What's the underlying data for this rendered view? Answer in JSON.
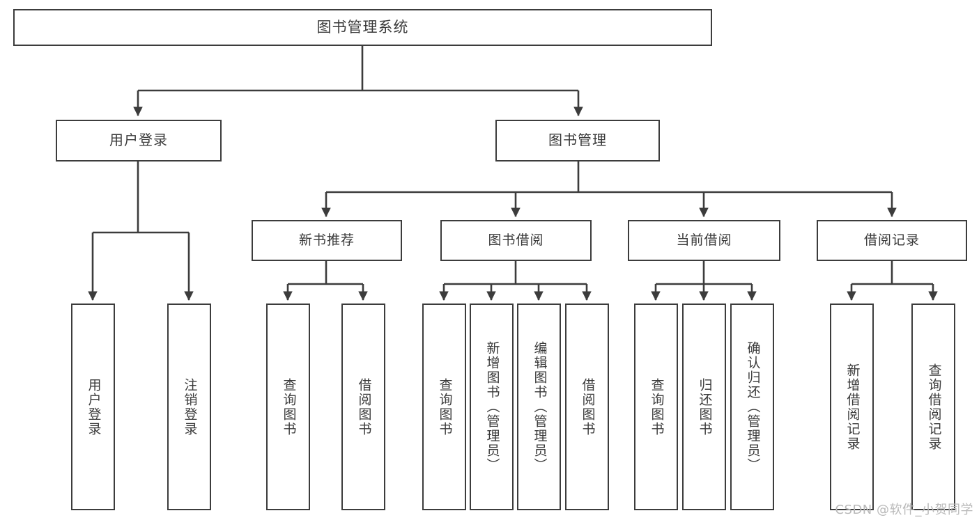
{
  "diagram": {
    "type": "tree",
    "title": "图书管理系统",
    "orientation": "top-down",
    "colors": {
      "box_border": "#3c3c3c",
      "box_fill": "#ffffff",
      "text": "#3a3a3a",
      "connector": "#3c3c3c",
      "watermark": "#b9b9b9",
      "background": "#ffffff"
    }
  },
  "root": {
    "label": "图书管理系统"
  },
  "level1": [
    {
      "label": "用户登录"
    },
    {
      "label": "图书管理"
    }
  ],
  "level2": [
    {
      "label": "新书推荐"
    },
    {
      "label": "图书借阅"
    },
    {
      "label": "当前借阅"
    },
    {
      "label": "借阅记录"
    }
  ],
  "leaves": {
    "user_login": [
      {
        "label": "用户登录"
      },
      {
        "label": "注销登录"
      }
    ],
    "new_book_recommend": [
      {
        "label": "查询图书"
      },
      {
        "label": "借阅图书"
      }
    ],
    "book_borrow": [
      {
        "label": "查询图书"
      },
      {
        "label": "新增图书（管理员）"
      },
      {
        "label": "编辑图书（管理员）"
      },
      {
        "label": "借阅图书"
      }
    ],
    "current_borrow": [
      {
        "label": "查询图书"
      },
      {
        "label": "归还图书"
      },
      {
        "label": "确认归还（管理员）"
      }
    ],
    "borrow_record": [
      {
        "label": "新增借阅记录"
      },
      {
        "label": "查询借阅记录"
      }
    ]
  },
  "watermark": {
    "text": "CSDN @软件_小贺同学"
  }
}
